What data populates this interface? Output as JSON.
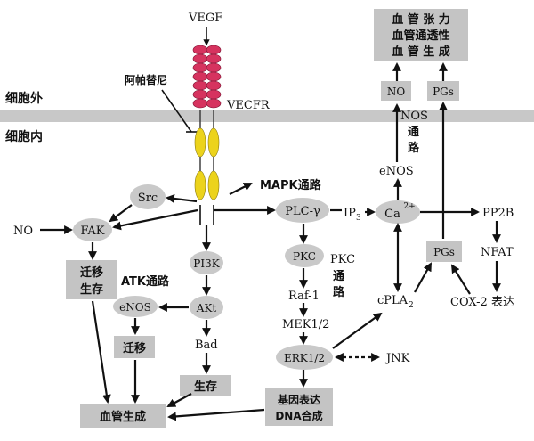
{
  "labels": {
    "vegf": "VEGF",
    "vegfr": "VECFR",
    "inhibitor": "阿帕替尼",
    "extracellular": "细胞外",
    "intracellular": "细胞内",
    "mapk": "MAPK通路",
    "no_left": "NO",
    "atk_pathway": "ATK通路",
    "bad": "Bad",
    "raf1": "Raf-1",
    "mek": "MEK1/2",
    "pkc_pathway_1": "PKC",
    "pkc_pathway_2": "通",
    "pkc_pathway_3": "路",
    "ip3": "IP",
    "ip3_sub": "3",
    "enos_top": "eNOS",
    "nos_pathway_1": "NOS",
    "nos_pathway_2": "通",
    "nos_pathway_3": "路",
    "pp2b": "PP2B",
    "nfat": "NFAT",
    "cox2": "COX-2 表达",
    "cpla2": "cPLA",
    "cpla2_sub": "2",
    "jnk": "JNK"
  },
  "nodes": {
    "src": "Src",
    "fak": "FAK",
    "pi3k": "PI3K",
    "akt": "AKt",
    "plc": "PLC-γ",
    "pkc": "PKC",
    "erk": "ERK1/2",
    "ca": "Ca",
    "ca_sup": "2+",
    "enos_mid": "eNOS"
  },
  "boxes": {
    "migrate_survive_1": "迁移",
    "migrate_survive_2": "生存",
    "migrate": "迁移",
    "survive": "生存",
    "angiogenesis": "血管生成",
    "gene_1": "基因表达",
    "gene_2": "DNA合成",
    "no_top": "NO",
    "pgs_top": "PGs",
    "pgs_mid": "PGs",
    "effects_1": "血 管 张 力",
    "effects_2": "血管通透性",
    "effects_3": "血 管 生 成"
  },
  "colors": {
    "receptor_extracellular": "#d6335f",
    "receptor_intracellular": "#ecd31c",
    "membrane": "#c8c8c8",
    "node_fill": "#c9c9c9",
    "box_fill": "#c4c4c4"
  }
}
